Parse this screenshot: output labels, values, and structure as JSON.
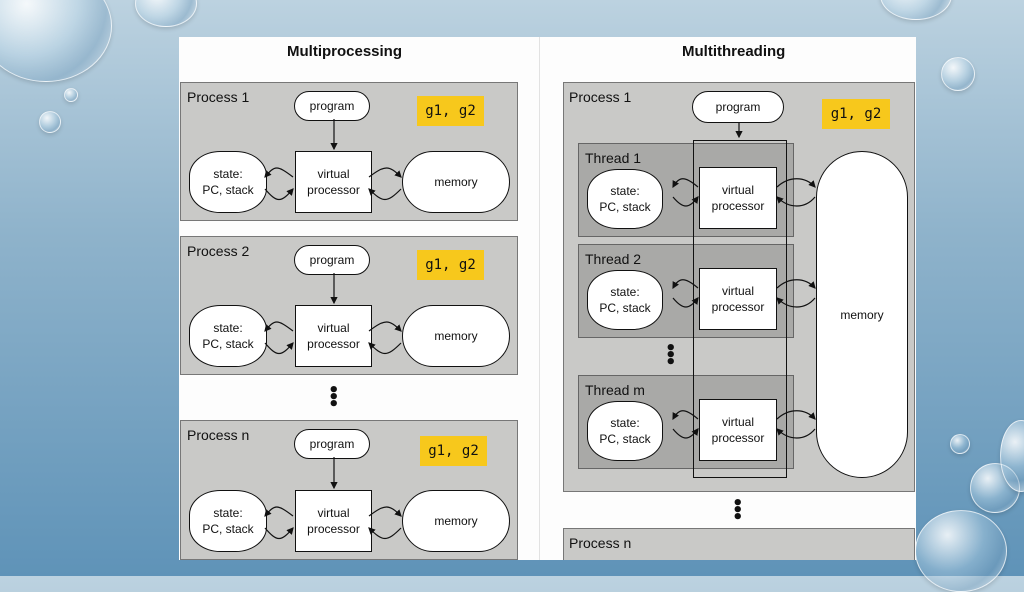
{
  "multiprocessing": {
    "title": "Multiprocessing",
    "processes": [
      {
        "label": "Process 1",
        "program": "program",
        "state": "state:\nPC, stack",
        "vproc": "virtual\nprocessor",
        "memory": "memory",
        "tag": "g1, g2"
      },
      {
        "label": "Process 2",
        "program": "program",
        "state": "state:\nPC, stack",
        "vproc": "virtual\nprocessor",
        "memory": "memory",
        "tag": "g1, g2"
      },
      {
        "label": "Process n",
        "program": "program",
        "state": "state:\nPC, stack",
        "vproc": "virtual\nprocessor",
        "memory": "memory",
        "tag": "g1, g2"
      }
    ],
    "ellipsis": "⋮"
  },
  "multithreading": {
    "title": "Multithreading",
    "process_label": "Process 1",
    "program": "program",
    "tag": "g1, g2",
    "memory": "memory",
    "threads": [
      {
        "label": "Thread 1",
        "state": "state:\nPC, stack",
        "vproc": "virtual\nprocessor"
      },
      {
        "label": "Thread 2",
        "state": "state:\nPC, stack",
        "vproc": "virtual\nprocessor"
      },
      {
        "label": "Thread m",
        "state": "state:\nPC, stack",
        "vproc": "virtual\nprocessor"
      }
    ],
    "ellipsis": "⋮",
    "next_process_label": "Process n"
  },
  "colors": {
    "tag": "#f7c81c",
    "process_box": "#c9c9c7",
    "thread_box": "#a9a9a7"
  }
}
